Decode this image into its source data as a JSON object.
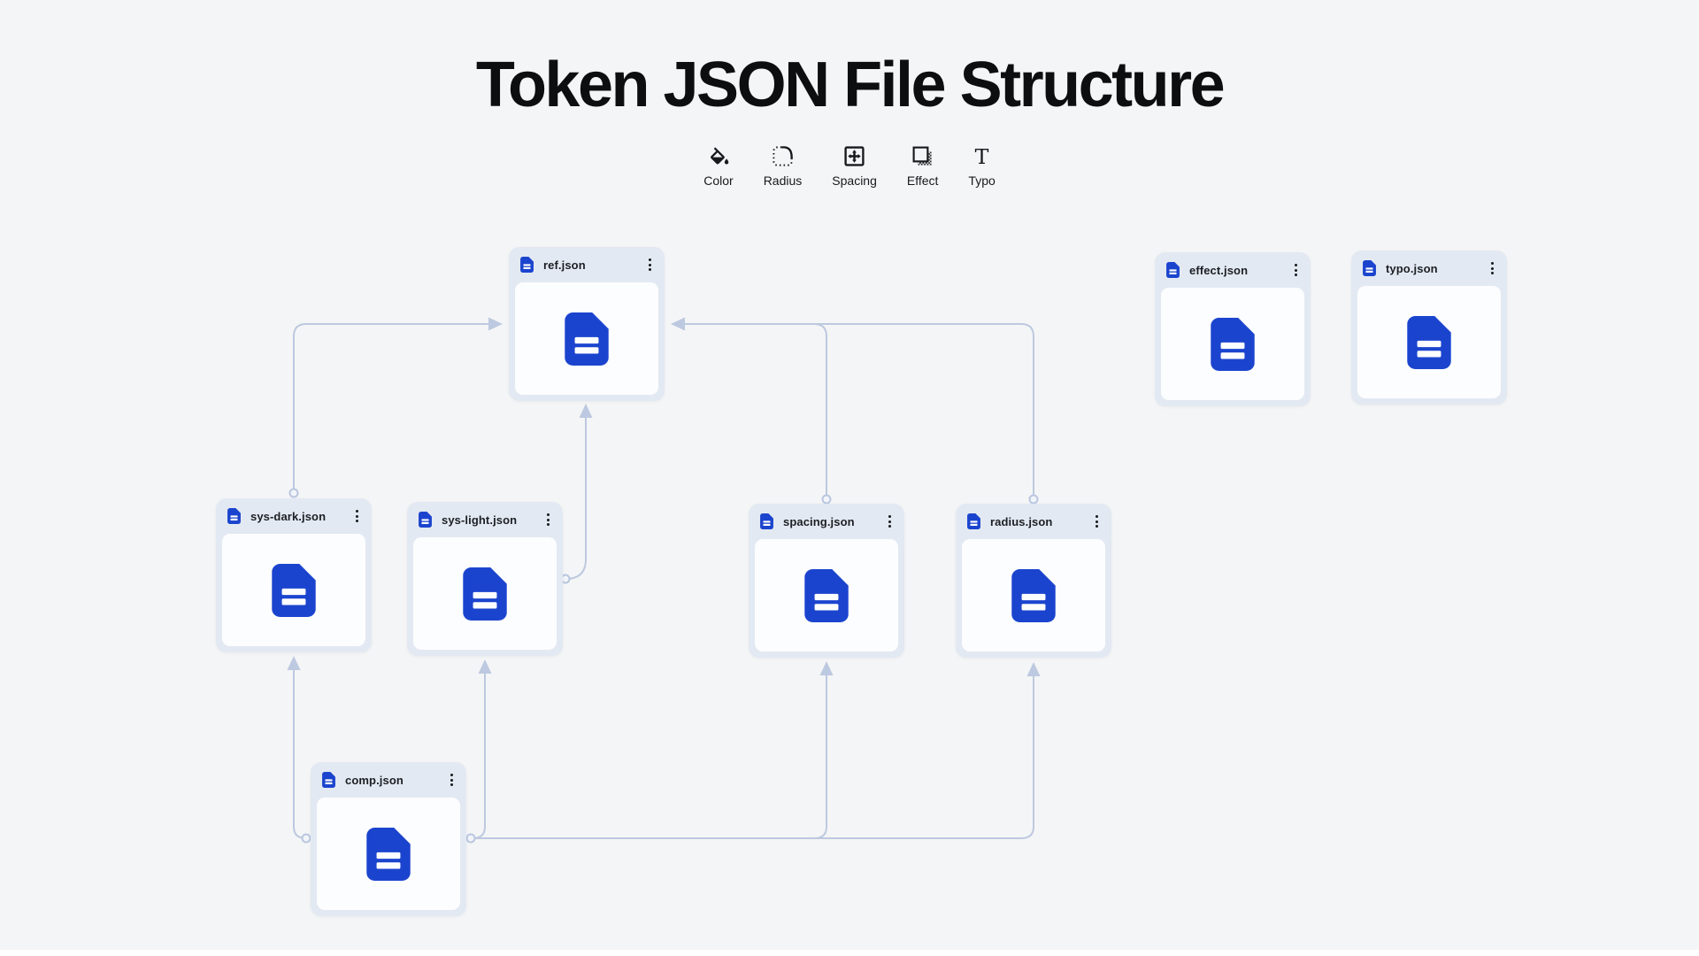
{
  "title": "Token JSON File Structure",
  "legend": [
    {
      "label": "Color",
      "icon": "paint-bucket-icon"
    },
    {
      "label": "Radius",
      "icon": "corner-radius-icon"
    },
    {
      "label": "Spacing",
      "icon": "spacing-cross-icon"
    },
    {
      "label": "Effect",
      "icon": "layered-squares-icon"
    },
    {
      "label": "Typo",
      "icon": "typography-icon"
    }
  ],
  "cards": [
    {
      "name": "ref.json"
    },
    {
      "name": "effect.json"
    },
    {
      "name": "typo.json"
    },
    {
      "name": "sys-dark.json"
    },
    {
      "name": "sys-light.json"
    },
    {
      "name": "spacing.json"
    },
    {
      "name": "radius.json"
    },
    {
      "name": "comp.json"
    }
  ],
  "connections": [
    {
      "from": "sys-dark.json",
      "to": "ref.json"
    },
    {
      "from": "sys-light.json",
      "to": "ref.json"
    },
    {
      "from": "spacing.json",
      "to": "ref.json"
    },
    {
      "from": "radius.json",
      "to": "ref.json"
    },
    {
      "from": "comp.json",
      "to": "sys-dark.json"
    },
    {
      "from": "comp.json",
      "to": "sys-light.json"
    },
    {
      "from": "comp.json",
      "to": "spacing.json"
    },
    {
      "from": "comp.json",
      "to": "radius.json"
    }
  ],
  "colors": {
    "document_blue": "#1b44ce",
    "connector": "#bdc9e0",
    "card_background": "#e3e9f2",
    "page_background": "#f4f5f6"
  }
}
